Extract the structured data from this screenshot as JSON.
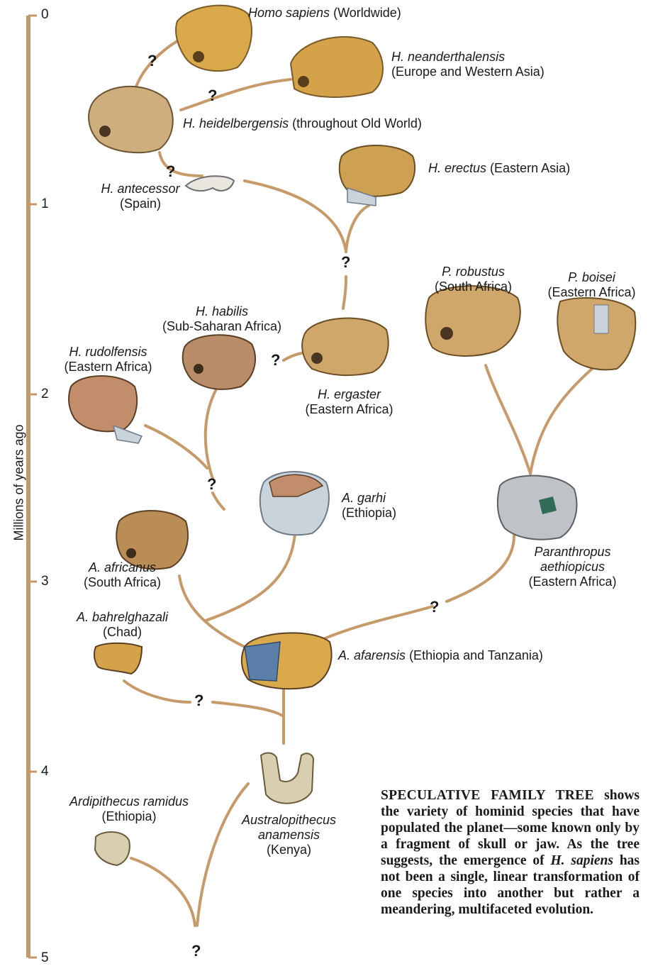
{
  "axis": {
    "title": "Millions of years ago",
    "ticks": [
      "0",
      "1",
      "2",
      "3",
      "4",
      "5"
    ]
  },
  "unknown_marker": "?",
  "species": {
    "homo_sapiens": {
      "name": "Homo sapiens",
      "region": "(Worldwide)"
    },
    "neanderthalensis": {
      "name": "H. neanderthalensis",
      "region": "(Europe and Western Asia)"
    },
    "heidelbergensis": {
      "name": "H. heidelbergensis",
      "region": "(throughout Old World)"
    },
    "erectus": {
      "name": "H. erectus",
      "region": "(Eastern Asia)"
    },
    "antecessor": {
      "name": "H. antecessor",
      "region": "(Spain)"
    },
    "robustus": {
      "name": "P. robustus",
      "region": "(South Africa)"
    },
    "boisei": {
      "name": "P. boisei",
      "region": "(Eastern Africa)"
    },
    "habilis": {
      "name": "H. habilis",
      "region": "(Sub-Saharan Africa)"
    },
    "rudolfensis": {
      "name": "H. rudolfensis",
      "region": "(Eastern Africa)"
    },
    "ergaster": {
      "name": "H. ergaster",
      "region": "(Eastern Africa)"
    },
    "garhi": {
      "name": "A. garhi",
      "region": "(Ethiopia)"
    },
    "aethiopicus": {
      "name": "Paranthropus",
      "name2": "aethiopicus",
      "region": "(Eastern Africa)"
    },
    "africanus": {
      "name": "A. africanus",
      "region": "(South Africa)"
    },
    "bahrelghazali": {
      "name": "A. bahrelghazali",
      "region": "(Chad)"
    },
    "afarensis": {
      "name": "A. afarensis",
      "region": "(Ethiopia and Tanzania)"
    },
    "ramidus": {
      "name": "Ardipithecus ramidus",
      "region": "(Ethiopia)"
    },
    "anamensis": {
      "name": "Australopithecus",
      "name2": "anamensis",
      "region": "(Kenya)"
    }
  },
  "caption": {
    "heading": "SPECULATIVE FAMILY TREE",
    "body_1": " shows the variety of hominid species that have populated the planet—some known only by a fragment of skull or jaw. As the tree suggests, the emergence of ",
    "emph": "H. sapiens",
    "body_2": " has not been a single, linear transformation of one species into another but rather a meandering, multifaceted evolution."
  },
  "colors": {
    "axis": "#c4996b",
    "branch": "#c79a6a",
    "bone": "#d9a94a",
    "bone_dark": "#7a5a2a",
    "reconstruction": "#c9d3dc",
    "afarensis_blue": "#5b7fa8"
  }
}
